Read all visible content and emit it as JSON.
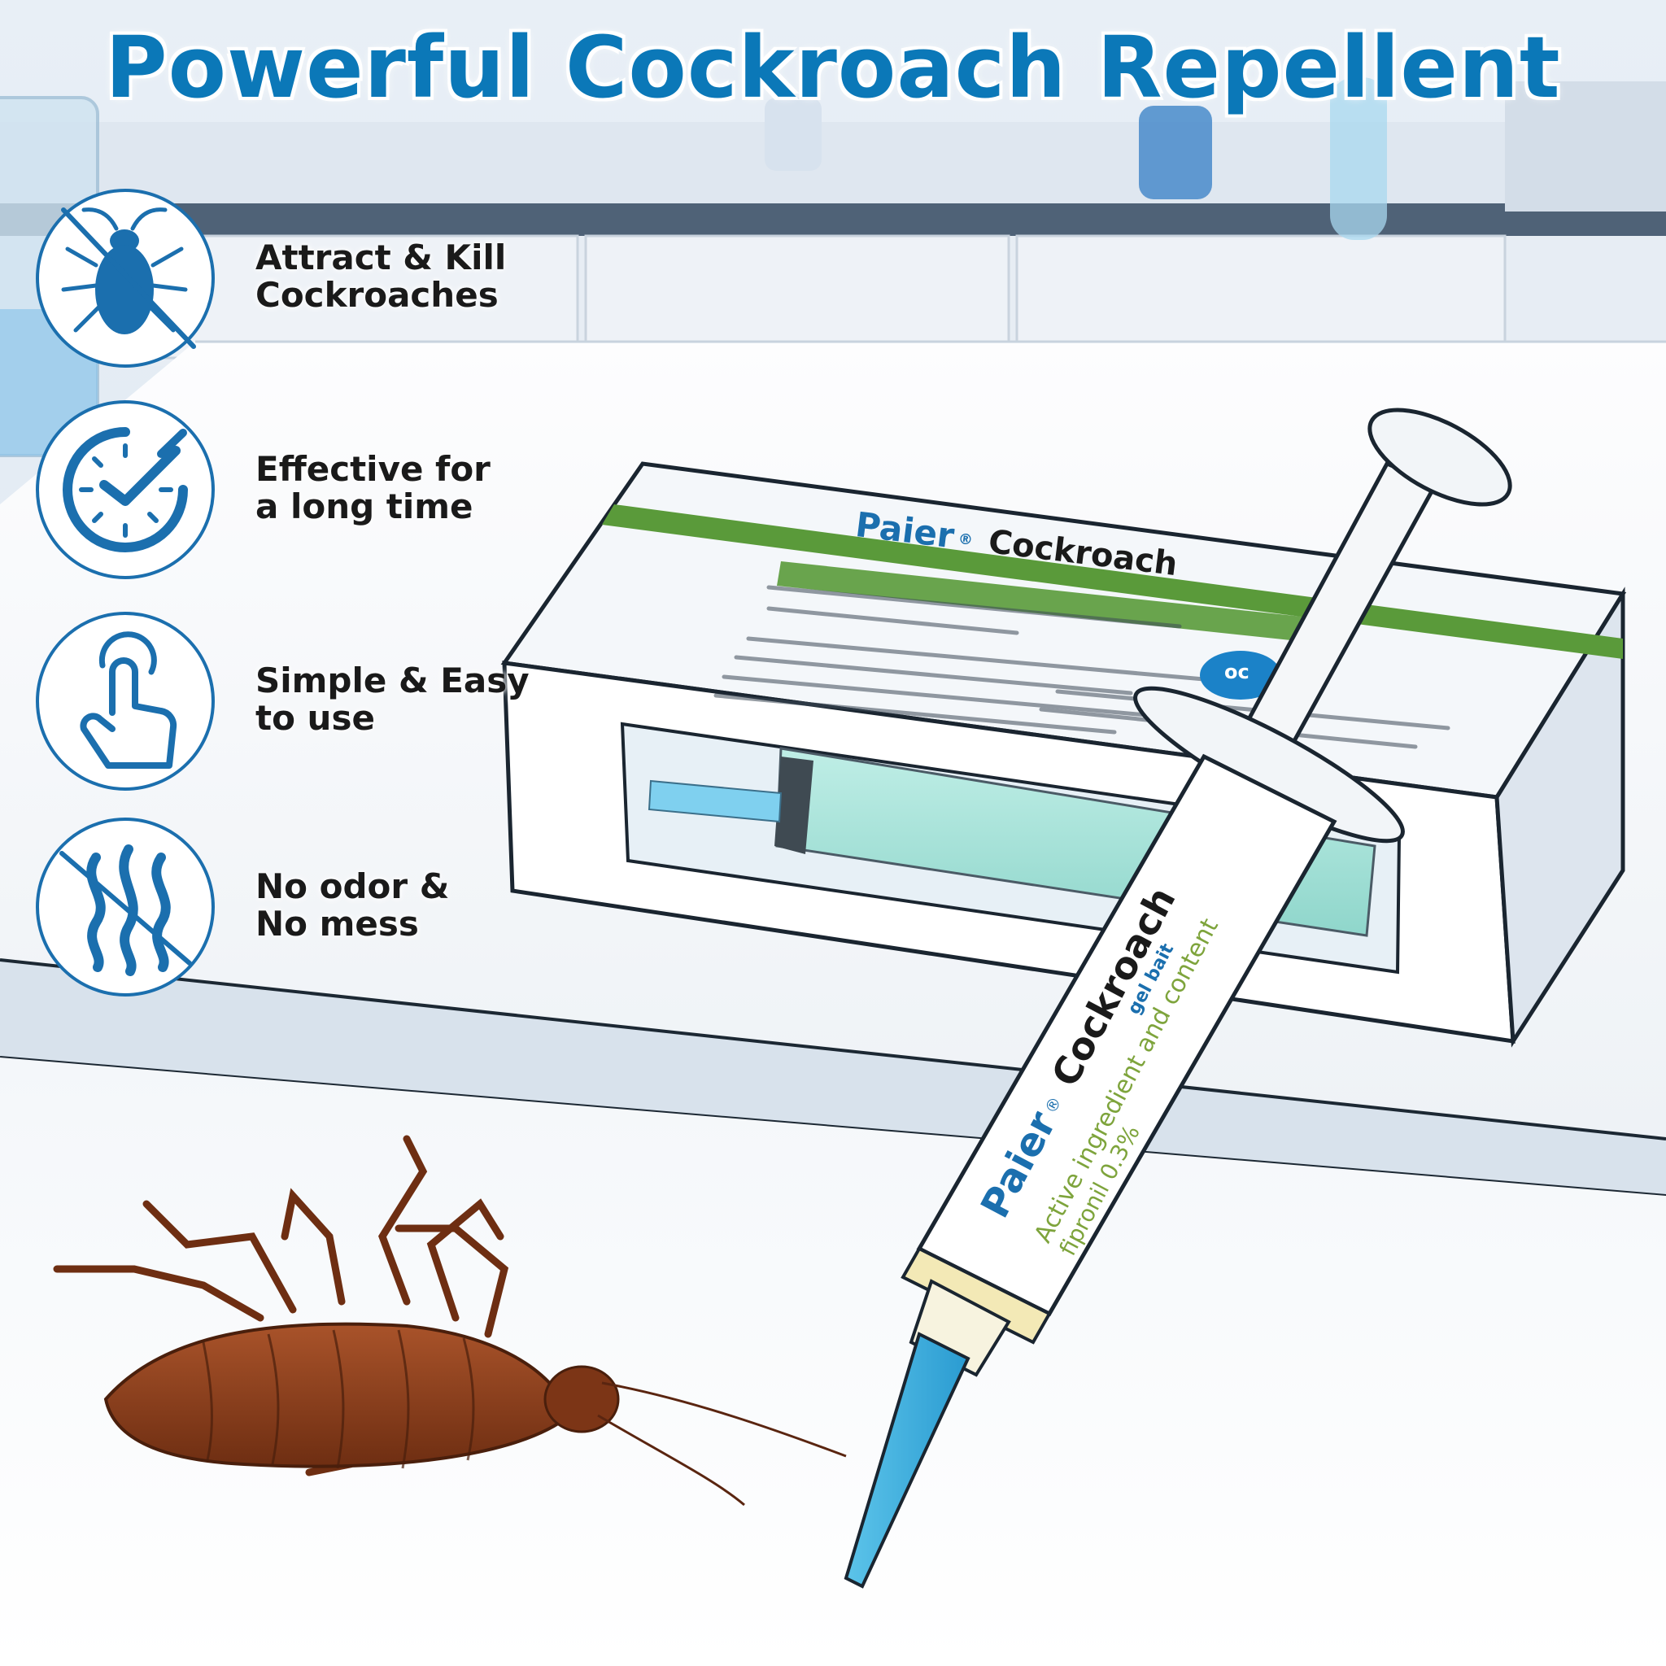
{
  "headline": "Powerful Cockroach Repellent",
  "features": [
    {
      "icon": "crossed-cockroach-icon",
      "line1": "Attract & Kill",
      "line2": "Cockroaches"
    },
    {
      "icon": "clock-check-icon",
      "line1": "Effective for",
      "line2": "a long time"
    },
    {
      "icon": "finger-tap-icon",
      "line1": "Simple & Easy",
      "line2": "to use"
    },
    {
      "icon": "no-odor-icon",
      "line1": "No odor &",
      "line2": "No mess"
    }
  ],
  "product": {
    "brand": "Paier",
    "registered": "®",
    "name": "Cockroach",
    "syringe_subtitle": "gel bait",
    "syringe_ingredient_line1": "Active ingredient and content",
    "syringe_ingredient_line2": "fipronil 0.3%",
    "box_badge": "oc"
  },
  "colors": {
    "accent_blue": "#0b78b8",
    "icon_blue": "#1b6fae",
    "box_green": "#5a9a3a",
    "roach_brown": "#8a3d1c"
  }
}
